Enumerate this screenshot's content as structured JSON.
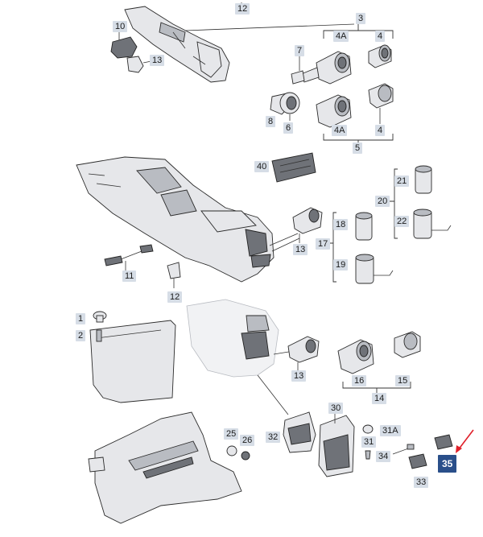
{
  "diagram": {
    "callouts": [
      "12",
      "3",
      "10",
      "13",
      "4A",
      "4",
      "7",
      "8",
      "6",
      "4A",
      "4",
      "5",
      "40",
      "21",
      "20",
      "22",
      "18",
      "17",
      "19",
      "13",
      "11",
      "12",
      "1",
      "2",
      "13",
      "16",
      "14",
      "15",
      "30",
      "31A",
      "31",
      "32",
      "25",
      "26",
      "34",
      "33",
      "35"
    ],
    "highlighted_callout": "35",
    "highlight_color": "#2a4f8a",
    "arrow_color": "#e0202a",
    "label_bg_color": "#d6dde6"
  }
}
